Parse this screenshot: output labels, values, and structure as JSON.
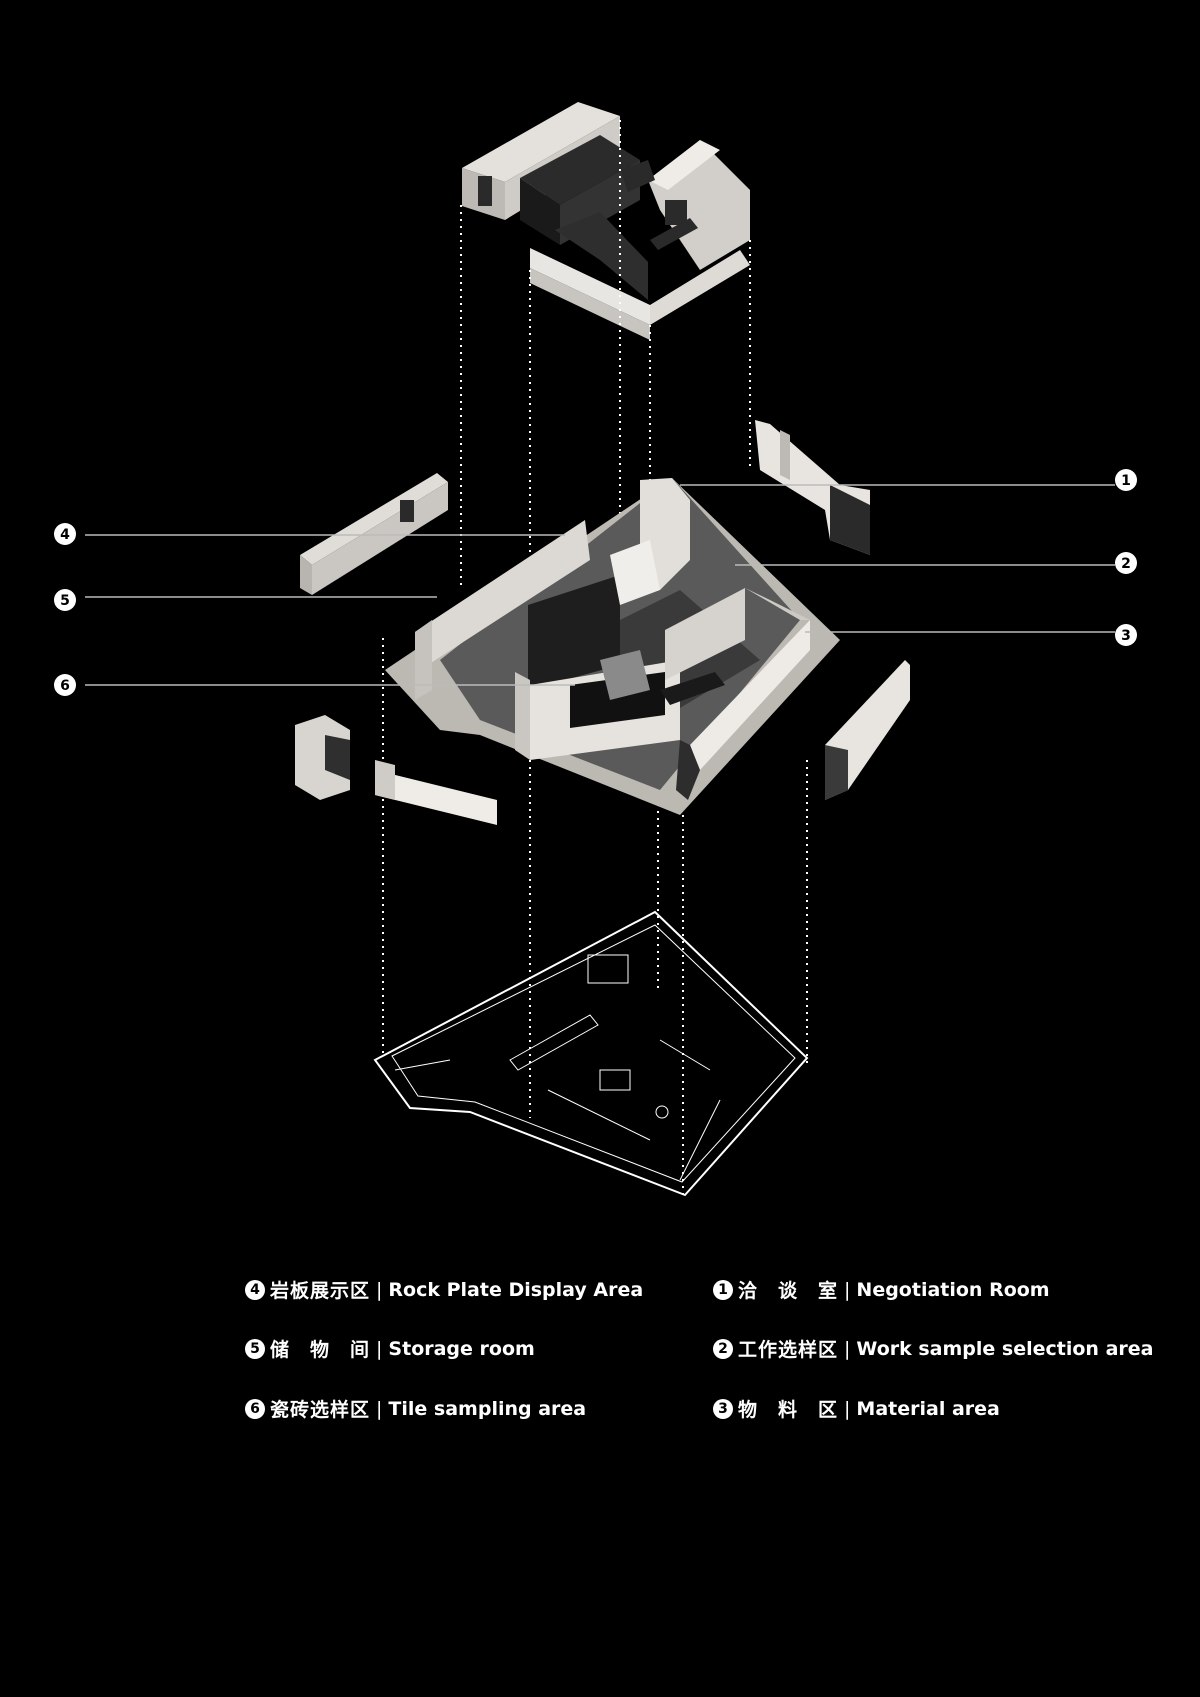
{
  "callouts": [
    {
      "num": "1",
      "side": "right"
    },
    {
      "num": "2",
      "side": "right"
    },
    {
      "num": "3",
      "side": "right"
    },
    {
      "num": "4",
      "side": "left"
    },
    {
      "num": "5",
      "side": "left"
    },
    {
      "num": "6",
      "side": "left"
    }
  ],
  "legend": {
    "left": [
      {
        "num": "4",
        "zh": "岩板展示区",
        "en": "Rock Plate Display Area"
      },
      {
        "num": "5",
        "zh": "储　物　间",
        "en": "Storage room"
      },
      {
        "num": "6",
        "zh": "瓷砖选样区",
        "en": "Tile sampling area"
      }
    ],
    "right": [
      {
        "num": "1",
        "zh": "洽　谈　室",
        "en": "Negotiation Room"
      },
      {
        "num": "2",
        "zh": "工作选样区",
        "en": "Work sample selection area"
      },
      {
        "num": "3",
        "zh": "物　料　区",
        "en": "Material area"
      }
    ],
    "separator": "|"
  },
  "colors": {
    "background": "#000000",
    "line": "#ffffff",
    "wall": "#d8d5d0",
    "dark": "#262626"
  }
}
